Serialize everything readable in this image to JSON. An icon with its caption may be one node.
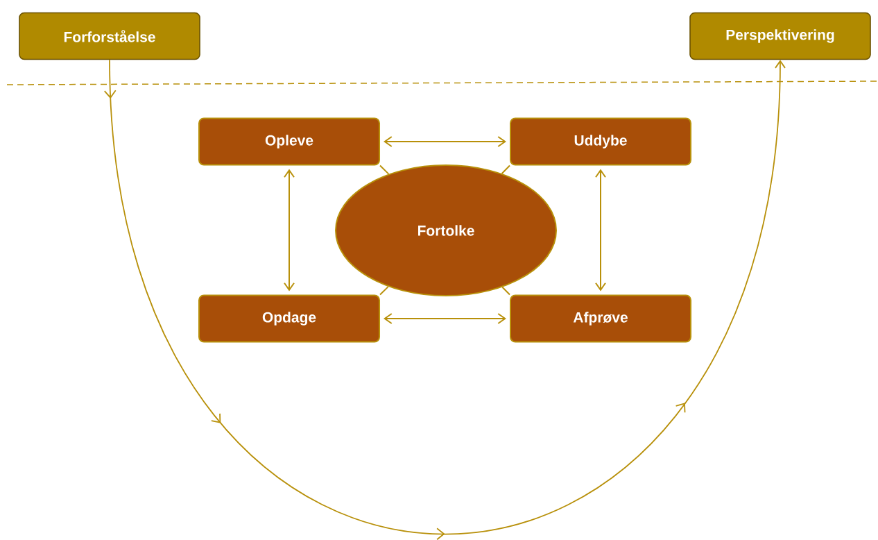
{
  "diagram": {
    "nodes": [
      {
        "text": [
          "Forforståelse"
        ]
      },
      {
        "text": [
          "Perspektivering"
        ]
      },
      {
        "text": [
          "Opleve"
        ]
      },
      {
        "text": [
          "Uddybe"
        ]
      },
      {
        "text": [
          "Fortolke"
        ]
      },
      {
        "text": [
          "Opdage"
        ]
      },
      {
        "text": [
          "Afprøve"
        ]
      }
    ],
    "edges": [
      {
        "from": 0,
        "to": 1,
        "arrow": "to"
      },
      {
        "from": 2,
        "to": 3,
        "arrow": "both"
      },
      {
        "from": 2,
        "to": 5,
        "arrow": "both"
      },
      {
        "from": 3,
        "to": 6,
        "arrow": "both"
      },
      {
        "from": 5,
        "to": 6,
        "arrow": "both"
      },
      {
        "from": 4,
        "to": 2,
        "arrow": "none"
      },
      {
        "from": 4,
        "to": 3,
        "arrow": "none"
      },
      {
        "from": 4,
        "to": 5,
        "arrow": "none"
      },
      {
        "from": 4,
        "to": 6,
        "arrow": "none"
      }
    ]
  }
}
